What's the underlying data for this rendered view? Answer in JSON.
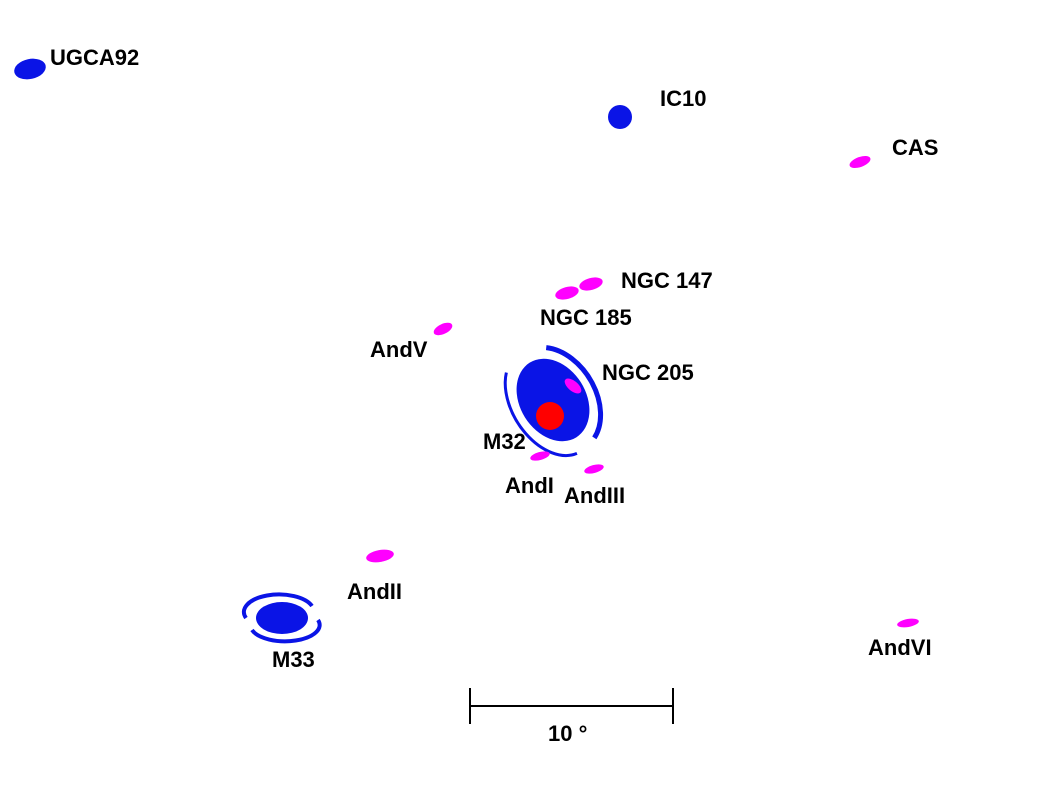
{
  "colors": {
    "background": "#ffffff",
    "major_galaxy": "#0a14e6",
    "dwarf_galaxy": "#ff00ff",
    "m32": "#ff0000",
    "text": "#000000"
  },
  "galaxies": {
    "ugca92": {
      "label": "UGCA92",
      "type": "dwarf-blue-ellipse"
    },
    "ic10": {
      "label": "IC10",
      "type": "dwarf-blue-disk"
    },
    "cas": {
      "label": "CAS",
      "type": "dwarf-spheroidal"
    },
    "ngc147": {
      "label": "NGC 147",
      "type": "dwarf-elliptical"
    },
    "ngc185": {
      "label": "NGC 185",
      "type": "dwarf-elliptical"
    },
    "andv": {
      "label": "AndV",
      "type": "dwarf-spheroidal"
    },
    "ngc205": {
      "label": "NGC 205",
      "type": "dwarf-elliptical"
    },
    "m31": {
      "label": "",
      "type": "spiral"
    },
    "m32": {
      "label": "M32",
      "type": "compact-elliptical"
    },
    "andi": {
      "label": "AndI",
      "type": "dwarf-spheroidal"
    },
    "andiii": {
      "label": "AndIII",
      "type": "dwarf-spheroidal"
    },
    "andii": {
      "label": "AndII",
      "type": "dwarf-spheroidal"
    },
    "m33": {
      "label": "M33",
      "type": "spiral"
    },
    "andvi": {
      "label": "AndVI",
      "type": "dwarf-spheroidal"
    }
  },
  "scale_bar": {
    "label": "10 °"
  }
}
